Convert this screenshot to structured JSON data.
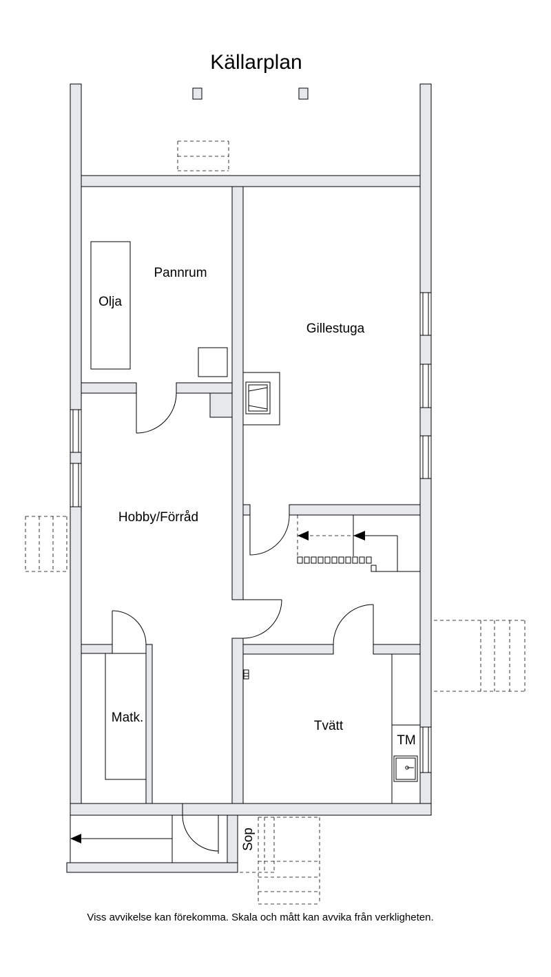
{
  "title": "Källarplan",
  "rooms": {
    "pannrum": "Pannrum",
    "olja": "Olja",
    "gillestuga": "Gillestuga",
    "hobby": "Hobby/Förråd",
    "matk": "Matk.",
    "tvatt": "Tvätt",
    "tm": "TM",
    "sop": "Sop"
  },
  "disclaimer": "Viss avvikelse kan förekomma. Skala och mått kan avvika från verkligheten.",
  "colors": {
    "wall_fill": "#e6e8eb",
    "line": "#000000",
    "background": "#ffffff"
  }
}
